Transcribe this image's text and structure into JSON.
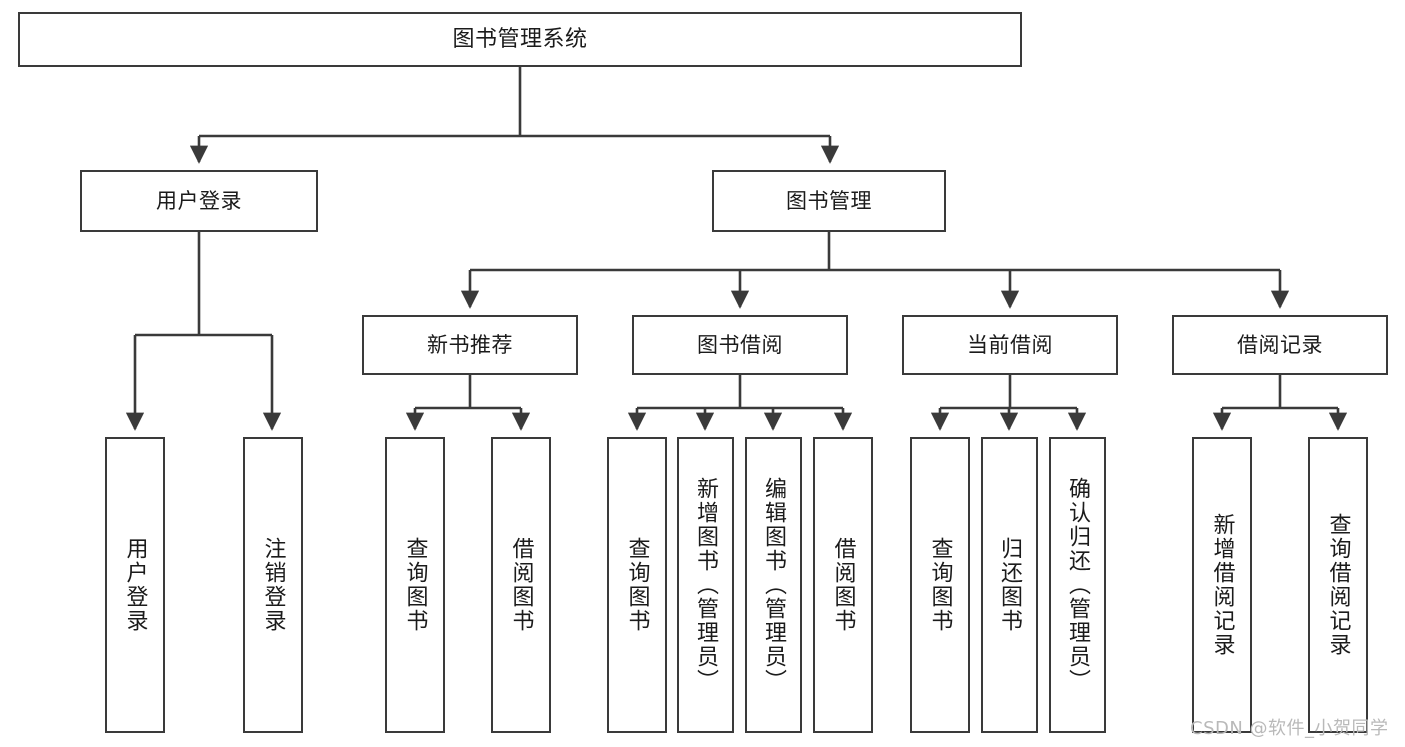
{
  "diagram": {
    "title": "图书管理系统",
    "type": "hierarchy-tree",
    "watermark": "CSDN @软件_小贺同学",
    "colors": {
      "box_border": "#3a3a3a",
      "box_fill": "#ffffff",
      "edge": "#3a3a3a",
      "text": "#1b1b1b",
      "watermark": "#b9b9b9",
      "background": "#ffffff"
    },
    "levels": {
      "level1": [
        {
          "id": "root",
          "label": "图书管理系统"
        }
      ],
      "level2": [
        {
          "id": "user-login",
          "label": "用户登录"
        },
        {
          "id": "book-manage",
          "label": "图书管理"
        }
      ],
      "level3": [
        {
          "id": "new-book-rec",
          "label": "新书推荐",
          "parent": "book-manage"
        },
        {
          "id": "book-borrow",
          "label": "图书借阅",
          "parent": "book-manage"
        },
        {
          "id": "current-borrow",
          "label": "当前借阅",
          "parent": "book-manage"
        },
        {
          "id": "borrow-record",
          "label": "借阅记录",
          "parent": "book-manage"
        }
      ],
      "level4": [
        {
          "id": "leaf-1",
          "label": "用户登录",
          "parent": "user-login"
        },
        {
          "id": "leaf-2",
          "label": "注销登录",
          "parent": "user-login"
        },
        {
          "id": "leaf-3",
          "label": "查询图书",
          "parent": "new-book-rec"
        },
        {
          "id": "leaf-4",
          "label": "借阅图书",
          "parent": "new-book-rec"
        },
        {
          "id": "leaf-5",
          "label": "查询图书",
          "parent": "book-borrow"
        },
        {
          "id": "leaf-6",
          "label": "新增图书（管理员）",
          "parent": "book-borrow"
        },
        {
          "id": "leaf-7",
          "label": "编辑图书（管理员）",
          "parent": "book-borrow"
        },
        {
          "id": "leaf-8",
          "label": "借阅图书",
          "parent": "book-borrow"
        },
        {
          "id": "leaf-9",
          "label": "查询图书",
          "parent": "current-borrow"
        },
        {
          "id": "leaf-10",
          "label": "归还图书",
          "parent": "current-borrow"
        },
        {
          "id": "leaf-11",
          "label": "确认归还（管理员）",
          "parent": "current-borrow"
        },
        {
          "id": "leaf-12",
          "label": "新增借阅记录",
          "parent": "borrow-record"
        },
        {
          "id": "leaf-13",
          "label": "查询借阅记录",
          "parent": "borrow-record"
        }
      ]
    }
  }
}
